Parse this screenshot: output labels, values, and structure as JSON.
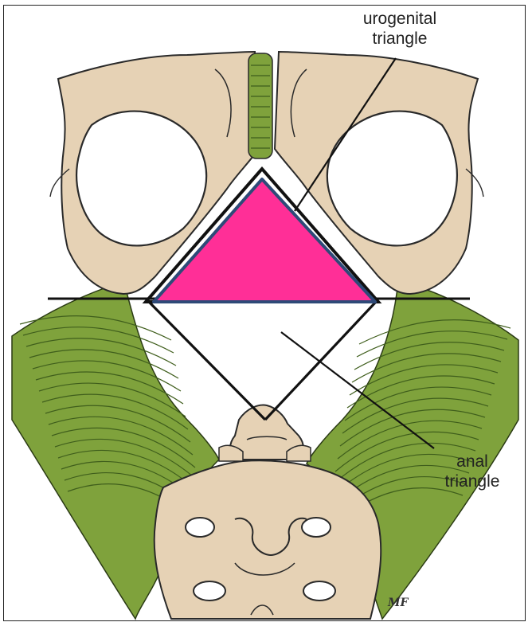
{
  "diagram": {
    "labels": {
      "urogenital_line1": "urogenital",
      "urogenital_line2": "triangle",
      "anal_line1": "anal",
      "anal_line2": "triangle"
    },
    "signature": "MF",
    "colors": {
      "bone": "#e6d2b5",
      "bone_outline": "#2a2a2a",
      "muscle": "#7fa23c",
      "muscle_dark": "#3f5e1c",
      "urogenital_fill": "#ff2f97",
      "urogenital_outline": "#2e4a78",
      "lines": "#111111"
    },
    "icons": [
      "pelvis-illustration",
      "urogenital-triangle-shape",
      "anal-triangle-outline"
    ]
  }
}
